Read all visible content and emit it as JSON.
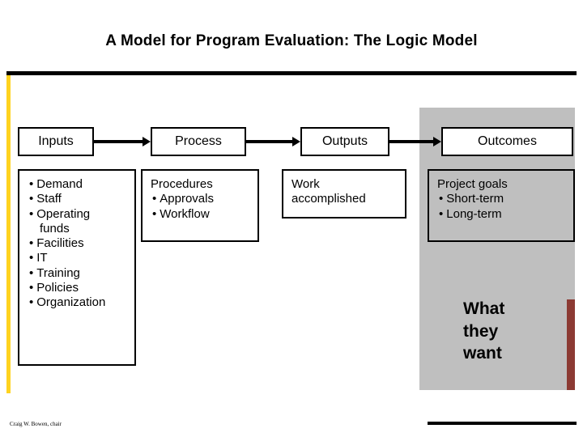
{
  "slide": {
    "title": "A Model for Program Evaluation: The Logic Model",
    "credit": "Craig W. Bowen, chair",
    "colors": {
      "accent_bar": "#FFD320",
      "panel_grey": "#BFBFBF",
      "rule": "#000000",
      "sliver": "#8C3A33"
    }
  },
  "columns": [
    {
      "header": "Inputs",
      "items": [
        {
          "text": "Demand",
          "bullet": true
        },
        {
          "text": "Staff",
          "bullet": true
        },
        {
          "text": "Operating",
          "bullet": true
        },
        {
          "text": "funds",
          "bullet": false,
          "indent": true
        },
        {
          "text": "Facilities",
          "bullet": true
        },
        {
          "text": "IT",
          "bullet": true
        },
        {
          "text": "Training",
          "bullet": true
        },
        {
          "text": "Policies",
          "bullet": true
        },
        {
          "text": "Organization",
          "bullet": true
        }
      ]
    },
    {
      "header": "Process",
      "items": [
        {
          "text": "Procedures",
          "bullet": false
        },
        {
          "text": "Approvals",
          "bullet": true
        },
        {
          "text": "Workflow",
          "bullet": true
        }
      ]
    },
    {
      "header": "Outputs",
      "items": [
        {
          "text": "Work",
          "bullet": false
        },
        {
          "text": "accomplished",
          "bullet": false
        }
      ]
    },
    {
      "header": "Outcomes",
      "items": [
        {
          "text": "Project goals",
          "bullet": false
        },
        {
          "text": "Short-term",
          "bullet": true
        },
        {
          "text": "Long-term",
          "bullet": true
        }
      ]
    }
  ],
  "callout": {
    "lines": [
      "What",
      "they",
      "want"
    ]
  }
}
